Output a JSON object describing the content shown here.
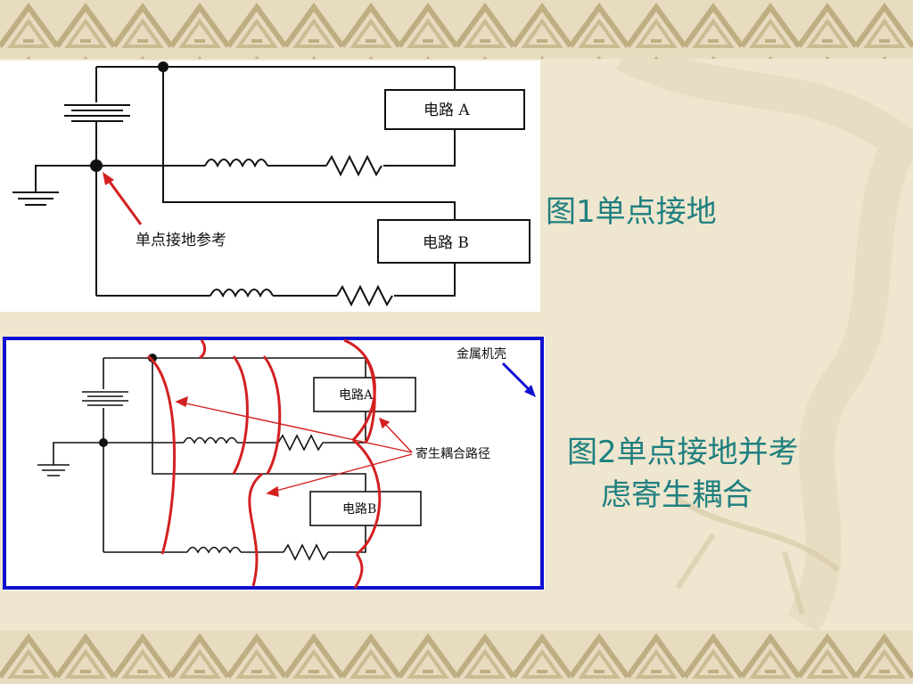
{
  "figure1": {
    "circuit_a_label": "电路 A",
    "circuit_b_label": "电路 B",
    "ground_ref_label": "单点接地参考",
    "caption": "图1单点接地"
  },
  "figure2": {
    "circuit_a_label": "电路A",
    "circuit_b_label": "电路B",
    "coupling_label": "寄生耦合路径",
    "chassis_label": "金属机壳",
    "caption_line1": "图2单点接地并考",
    "caption_line2": "虑寄生耦合"
  },
  "colors": {
    "background": "#eee6cf",
    "band": "#cdbf96",
    "caption": "#1f7f7f",
    "coupling": "#d42020",
    "chassis": "#1010d0"
  }
}
